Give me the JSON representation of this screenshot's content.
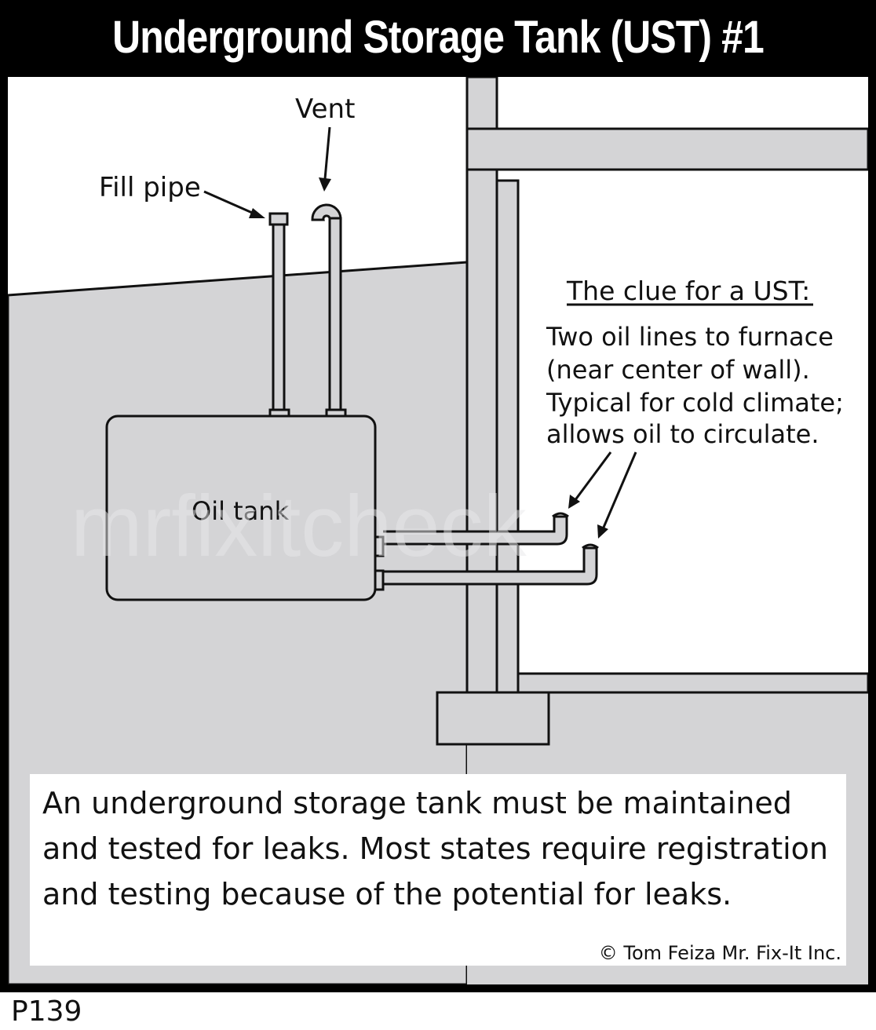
{
  "title": "Underground Storage Tank (UST) #1",
  "labels": {
    "vent": "Vent",
    "fill_pipe": "Fill pipe",
    "oil_tank": "Oil tank",
    "watermark": "mrfixitcheck"
  },
  "clue": {
    "heading": "The clue for a UST:",
    "lines": [
      "Two oil lines to furnace",
      "(near center of wall).",
      "Typical for cold climate;",
      "allows oil to circulate."
    ]
  },
  "caption": {
    "text": "An underground storage tank must be maintained and tested for leaks. Most states require registration and testing because of the potential for leaks.",
    "copyright": "© Tom Feiza Mr. Fix-It Inc."
  },
  "page_code": "P139",
  "colors": {
    "ground": "#d4d4d6",
    "sky": "#ffffff",
    "title_bar": "#000000",
    "outline": "#111111"
  }
}
